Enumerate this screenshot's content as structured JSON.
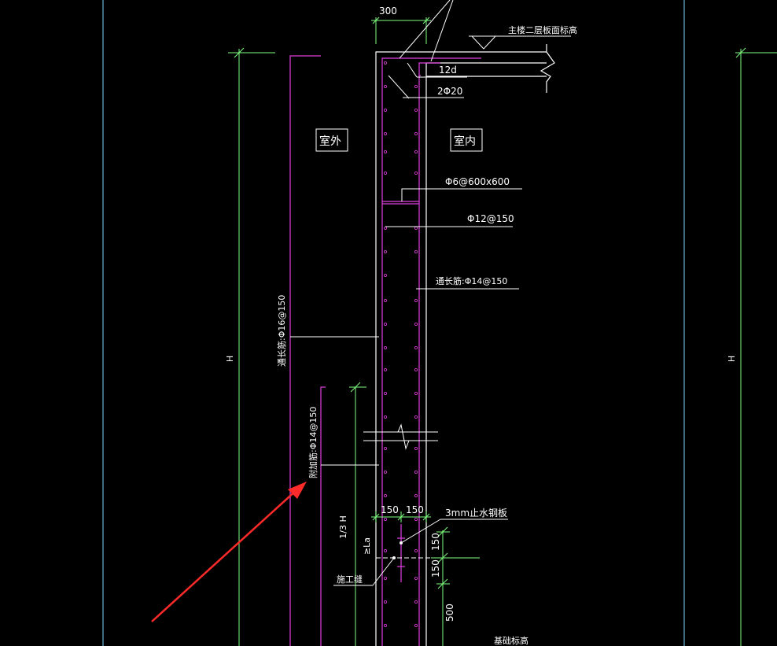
{
  "labels": {
    "dim_300": "300",
    "slab_elevation": "主楼二层板面标高",
    "hook_12d": "12d",
    "top_bars": "2Φ20",
    "exterior": "室外",
    "interior": "室内",
    "tie_bars": "Φ6@600x600",
    "horiz_bars": "Φ12@150",
    "through_inner": "通长筋:Φ14@150",
    "through_outer": "通长筋:Φ16@150",
    "additional_bars": "附加筋:Φ14@150",
    "height_left": "H",
    "height_right": "H",
    "third_h": "1/3 H",
    "ge_la": "≥La",
    "dim_150_left": "150",
    "dim_150_right": "150",
    "waterstop": "3mm止水钢板",
    "dim_150_upper": "150",
    "dim_150_lower": "150",
    "construction_joint": "施工缝",
    "dim_500": "500",
    "base_elevation": "基础标高"
  },
  "colors": {
    "background": "#000000",
    "wall_line": "#ffffff",
    "rebar": "#e040e0",
    "dimension": "#7fff7f",
    "annotation_arrow": "#ff2a2a",
    "text": "#ffffff"
  }
}
